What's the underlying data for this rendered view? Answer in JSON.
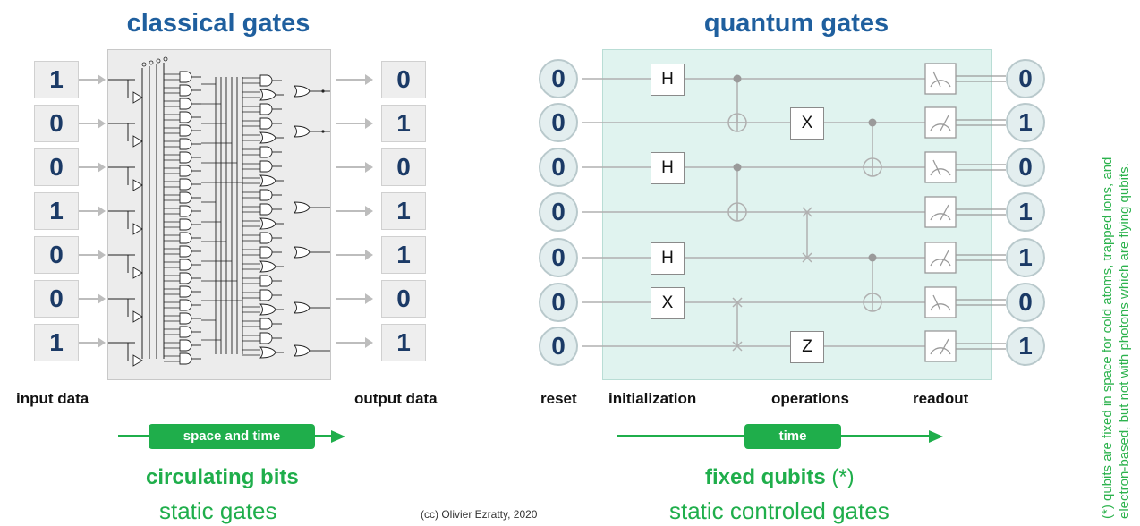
{
  "classical": {
    "title": "classical gates",
    "inputs": [
      "1",
      "0",
      "0",
      "1",
      "0",
      "0",
      "1"
    ],
    "outputs": [
      "0",
      "1",
      "0",
      "1",
      "1",
      "0",
      "1"
    ],
    "input_label": "input data",
    "output_label": "output data",
    "arrow_label": "space and time",
    "bottom_title": "circulating bits",
    "bottom_sub": "static gates"
  },
  "quantum": {
    "title": "quantum gates",
    "resets": [
      "0",
      "0",
      "0",
      "0",
      "0",
      "0",
      "0"
    ],
    "results": [
      "0",
      "1",
      "0",
      "1",
      "1",
      "0",
      "1"
    ],
    "labels": {
      "reset": "reset",
      "initialization": "initialization",
      "operations": "operations",
      "readout": "readout"
    },
    "gates": {
      "h": "H",
      "x": "X",
      "z": "Z"
    },
    "arrow_label": "time",
    "bottom_title": "fixed qubits",
    "bottom_title_suffix": "(*)",
    "bottom_sub": "static controled gates"
  },
  "credit": "(cc) Olivier Ezratty, 2020",
  "side_note": {
    "line1": "(*) qubits are fixed in space for cold atoms, trapped ions, and",
    "line2": "electron-based, but not with photons which are flying qubits."
  },
  "colors": {
    "title_blue": "#1f5f9e",
    "green": "#1fae4b",
    "digit_navy": "#1b3a66"
  }
}
